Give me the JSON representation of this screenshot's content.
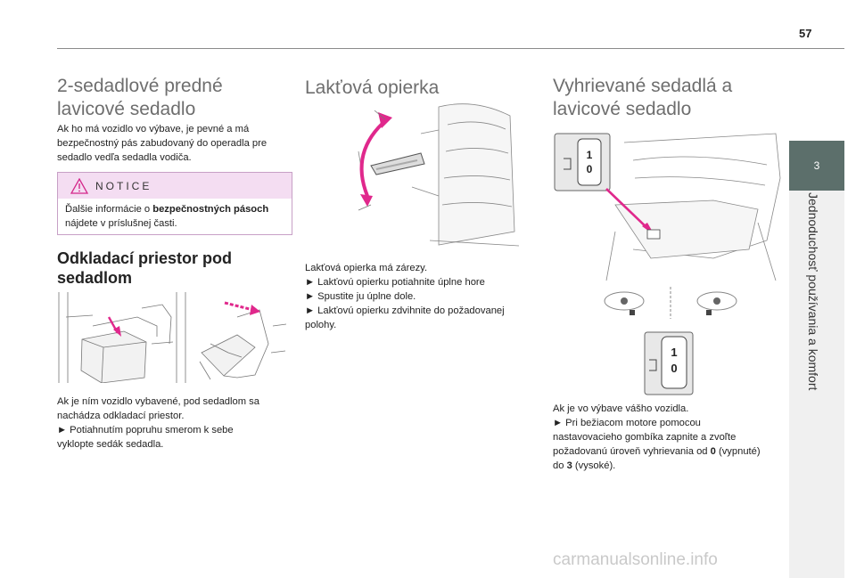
{
  "page_number": "57",
  "chapter_tab": "3",
  "chapter_title": "Jednoduchosť používania a komfort",
  "col1": {
    "heading": "2-sedadlové predné lavicové sedadlo",
    "heading_l1": "2-sedadlové predné",
    "heading_l2": "lavicové sedadlo",
    "intro_lines": [
      "Ak ho má vozidlo vo výbave, je pevné a má",
      "bezpečnostný pás zabudovaný do operadla pre",
      "sedadlo vedľa sedadla vodiča."
    ],
    "notice": {
      "title": "NOTICE",
      "line1_pre": "Ďalšie informácie o ",
      "line1_bold": "bezpečnostných pásoch",
      "line2": "nájdete v príslušnej časti."
    },
    "subheading_l1": "Odkladací priestor pod",
    "subheading_l2": "sedadlom",
    "text_lines": [
      "Ak je ním vozidlo vybavené, pod sedadlom sa",
      "nachádza odkladací priestor.",
      "► Potiahnutím popruhu smerom k sebe",
      "vyklopte sedák sedadla."
    ]
  },
  "col2": {
    "heading": "Lakťová opierka",
    "text_lines": [
      "Lakťová opierka má zárezy.",
      "► Lakťovú opierku potiahnite úplne hore",
      "► Spustite ju úplne dole.",
      "► Lakťovú opierku zdvihnite do požadovanej",
      "polohy."
    ]
  },
  "col3": {
    "heading_l1": "Vyhrievané sedadlá a",
    "heading_l2": "lavicové sedadlo",
    "dial_digits": [
      "1",
      "0"
    ],
    "text_lines": [
      "Ak je vo výbave vášho vozidla.",
      "► Pri bežiacom motore pomocou",
      "nastavovacieho gombíka zapnite a zvoľte"
    ],
    "text_l4_pre": "požadovanú úroveň vyhrievania od ",
    "text_l4_b1": "0",
    "text_l4_post": " (vypnuté)",
    "text_l5_pre": "do ",
    "text_l5_b": "3",
    "text_l5_post": " (vysoké)."
  },
  "colors": {
    "accent_magenta": "#e0288c",
    "tab_bg": "#5c6f6b",
    "notice_bg": "#f4ddf2"
  },
  "watermark": "carmanualsonline.info"
}
